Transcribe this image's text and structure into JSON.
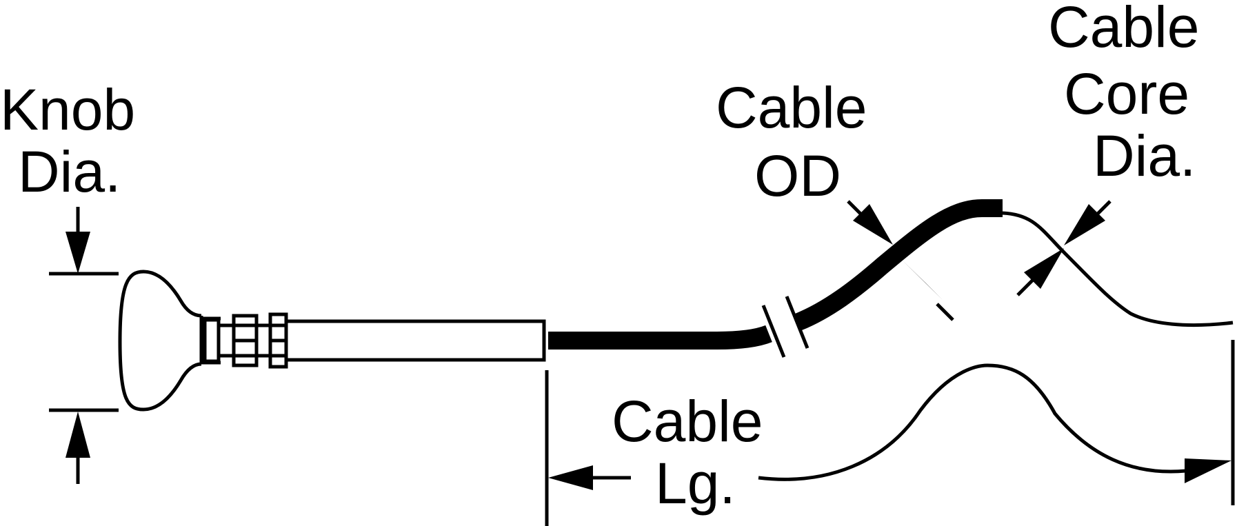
{
  "diagram": {
    "labels": {
      "knob_dia_line1": "Knob",
      "knob_dia_line2": "Dia.",
      "cable_od_line1": "Cable",
      "cable_od_line2": "OD",
      "core_dia_line1": "Cable",
      "core_dia_line2": "Core",
      "core_dia_line3": "Dia.",
      "cable_lg_line1": "Cable",
      "cable_lg_line2": "Lg."
    },
    "colors": {
      "stroke": "#000000",
      "background": "#ffffff"
    }
  }
}
